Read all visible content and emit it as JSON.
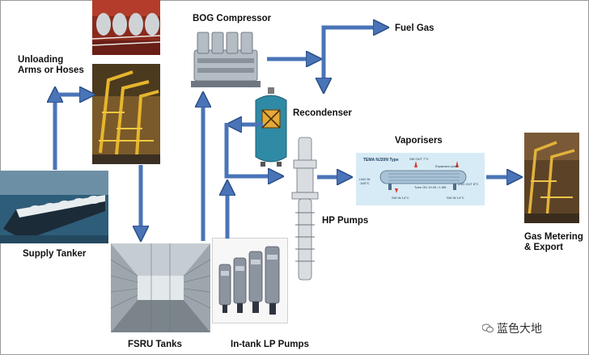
{
  "labels": {
    "bog_compressor": "BOG Compressor",
    "fuel_gas": "Fuel Gas",
    "unloading_arms_line1": "Unloading",
    "unloading_arms_line2": "Arms or Hoses",
    "recondenser": "Recondenser",
    "vaporisers": "Vaporisers",
    "hp_pumps": "HP Pumps",
    "gas_metering_line1": "Gas Metering",
    "gas_metering_line2": "& Export",
    "supply_tanker": "Supply Tanker",
    "fsru_tanks": "FSRU Tanks",
    "in_tank_lp_pumps": "In-tank LP Pumps"
  },
  "vaporiser_panel": {
    "title": "TEMA NJ20N Type",
    "tags": [
      "SW OUT 7°C",
      "Expansion joint",
      "LNG OUT 8°C",
      "LNG IN -160°C",
      "SW IN 14°C",
      "SW IN 14°C",
      "Tube OD 19.05 / 1.65t"
    ]
  },
  "watermark": "蓝色大地",
  "colors": {
    "arrow_fill": "#4a74b8",
    "arrow_stroke": "#2c4f86"
  }
}
